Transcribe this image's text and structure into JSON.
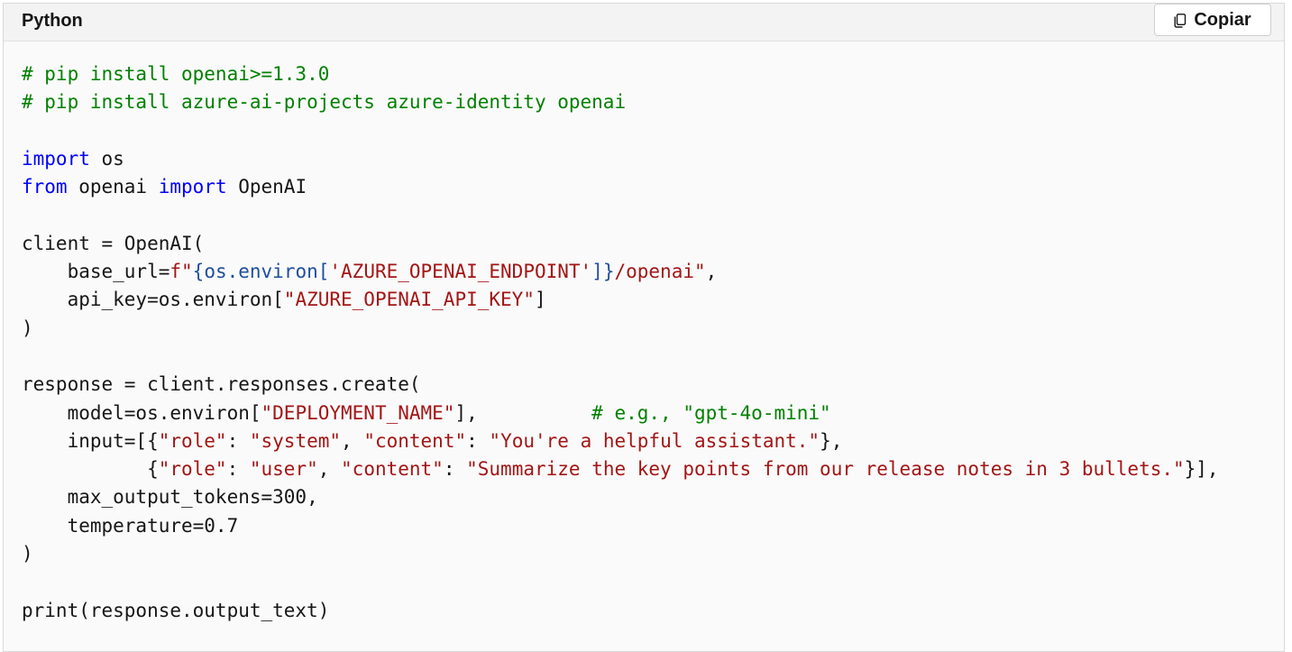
{
  "header": {
    "language": "Python",
    "copy_label": "Copiar",
    "copy_icon": "copy-icon"
  },
  "syntax_colors": {
    "keyword": "#0000ff",
    "comment": "#008000",
    "string": "#a31515",
    "interpolation": "#1f4e9e",
    "default": "#161616"
  },
  "code_lines": [
    [
      {
        "t": "# pip install openai>=1.3.0",
        "c": "cm"
      }
    ],
    [
      {
        "t": "# pip install azure-ai-projects azure-identity openai",
        "c": "cm"
      }
    ],
    [],
    [
      {
        "t": "import",
        "c": "kw"
      },
      {
        "t": " os"
      }
    ],
    [
      {
        "t": "from",
        "c": "kw"
      },
      {
        "t": " openai "
      },
      {
        "t": "import",
        "c": "kw"
      },
      {
        "t": " OpenAI"
      }
    ],
    [],
    [
      {
        "t": "client = OpenAI("
      }
    ],
    [
      {
        "t": "    base_url="
      },
      {
        "t": "f\"",
        "c": "st"
      },
      {
        "t": "{os.environ[",
        "c": "ip"
      },
      {
        "t": "'AZURE_OPENAI_ENDPOINT'",
        "c": "st"
      },
      {
        "t": "]}",
        "c": "ip"
      },
      {
        "t": "/openai\"",
        "c": "st"
      },
      {
        "t": ","
      }
    ],
    [
      {
        "t": "    api_key=os.environ["
      },
      {
        "t": "\"AZURE_OPENAI_API_KEY\"",
        "c": "st"
      },
      {
        "t": "]"
      }
    ],
    [
      {
        "t": ")"
      }
    ],
    [],
    [
      {
        "t": "response = client.responses.create("
      }
    ],
    [
      {
        "t": "    model=os.environ["
      },
      {
        "t": "\"DEPLOYMENT_NAME\"",
        "c": "st"
      },
      {
        "t": "],          "
      },
      {
        "t": "# e.g., \"gpt-4o-mini\"",
        "c": "cm"
      }
    ],
    [
      {
        "t": "    input=[{"
      },
      {
        "t": "\"role\"",
        "c": "st"
      },
      {
        "t": ": "
      },
      {
        "t": "\"system\"",
        "c": "st"
      },
      {
        "t": ", "
      },
      {
        "t": "\"content\"",
        "c": "st"
      },
      {
        "t": ": "
      },
      {
        "t": "\"You're a helpful assistant.\"",
        "c": "st"
      },
      {
        "t": "},"
      }
    ],
    [
      {
        "t": "           {"
      },
      {
        "t": "\"role\"",
        "c": "st"
      },
      {
        "t": ": "
      },
      {
        "t": "\"user\"",
        "c": "st"
      },
      {
        "t": ", "
      },
      {
        "t": "\"content\"",
        "c": "st"
      },
      {
        "t": ": "
      },
      {
        "t": "\"Summarize the key points from our release notes in 3 bullets.\"",
        "c": "st"
      },
      {
        "t": "}],"
      }
    ],
    [
      {
        "t": "    max_output_tokens=300,"
      }
    ],
    [
      {
        "t": "    temperature=0.7"
      }
    ],
    [
      {
        "t": ")"
      }
    ],
    [],
    [
      {
        "t": "print(response.output_text)"
      }
    ]
  ]
}
